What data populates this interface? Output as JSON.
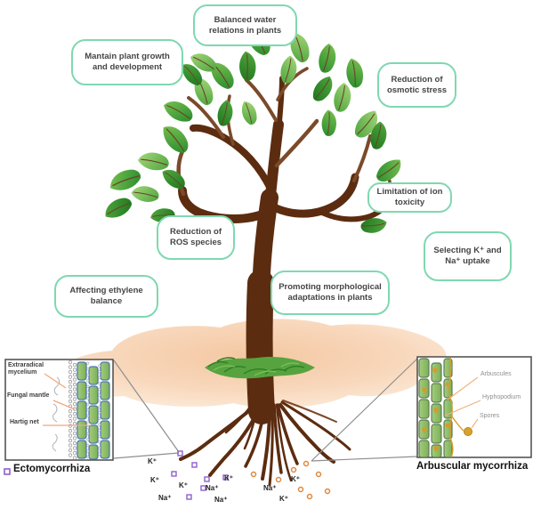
{
  "benefit_boxes": [
    {
      "id": "balanced-water",
      "label": "Balanced water relations in plants"
    },
    {
      "id": "maintain-growth",
      "label": "Mantain plant growth and development"
    },
    {
      "id": "osmotic-stress",
      "label": "Reduction of osmotic stress"
    },
    {
      "id": "ros-species",
      "label": "Reduction of ROS species"
    },
    {
      "id": "ion-toxicity",
      "label": "Limitation of ion toxicity"
    },
    {
      "id": "selecting-uptake",
      "label": "Selecting K⁺ and Na⁺ uptake"
    },
    {
      "id": "ethylene-balance",
      "label": "Affecting ethylene balance"
    },
    {
      "id": "morphological",
      "label": "Promoting morphological adaptations in plants"
    }
  ],
  "insets": {
    "ecto": {
      "title": "Ectomycorrhiza",
      "labels": {
        "extraradical": "Extraradical mycelium",
        "mantle": "Fungal mantle",
        "hartig": "Hartig net"
      }
    },
    "arbus": {
      "title": "Arbuscular mycorrhiza",
      "labels": {
        "arbuscules": "Arbuscules",
        "hyphopodium": "Hyphopodium",
        "spores": "Spores"
      }
    }
  },
  "ions": {
    "potassium": "K⁺",
    "sodium": "Na⁺"
  },
  "colors": {
    "box-border": "#7fd8b0",
    "box-text": "#454545",
    "trunk": "#5c2c10",
    "branch": "#7b4a2a",
    "ground": "#f6cfae",
    "grass": "#57a33f",
    "ecto-purple": "#8f5fd0",
    "arbus-orange": "#e0883c",
    "leader-orange": "#f2a87c",
    "callout-gray": "#8f8f8f"
  }
}
